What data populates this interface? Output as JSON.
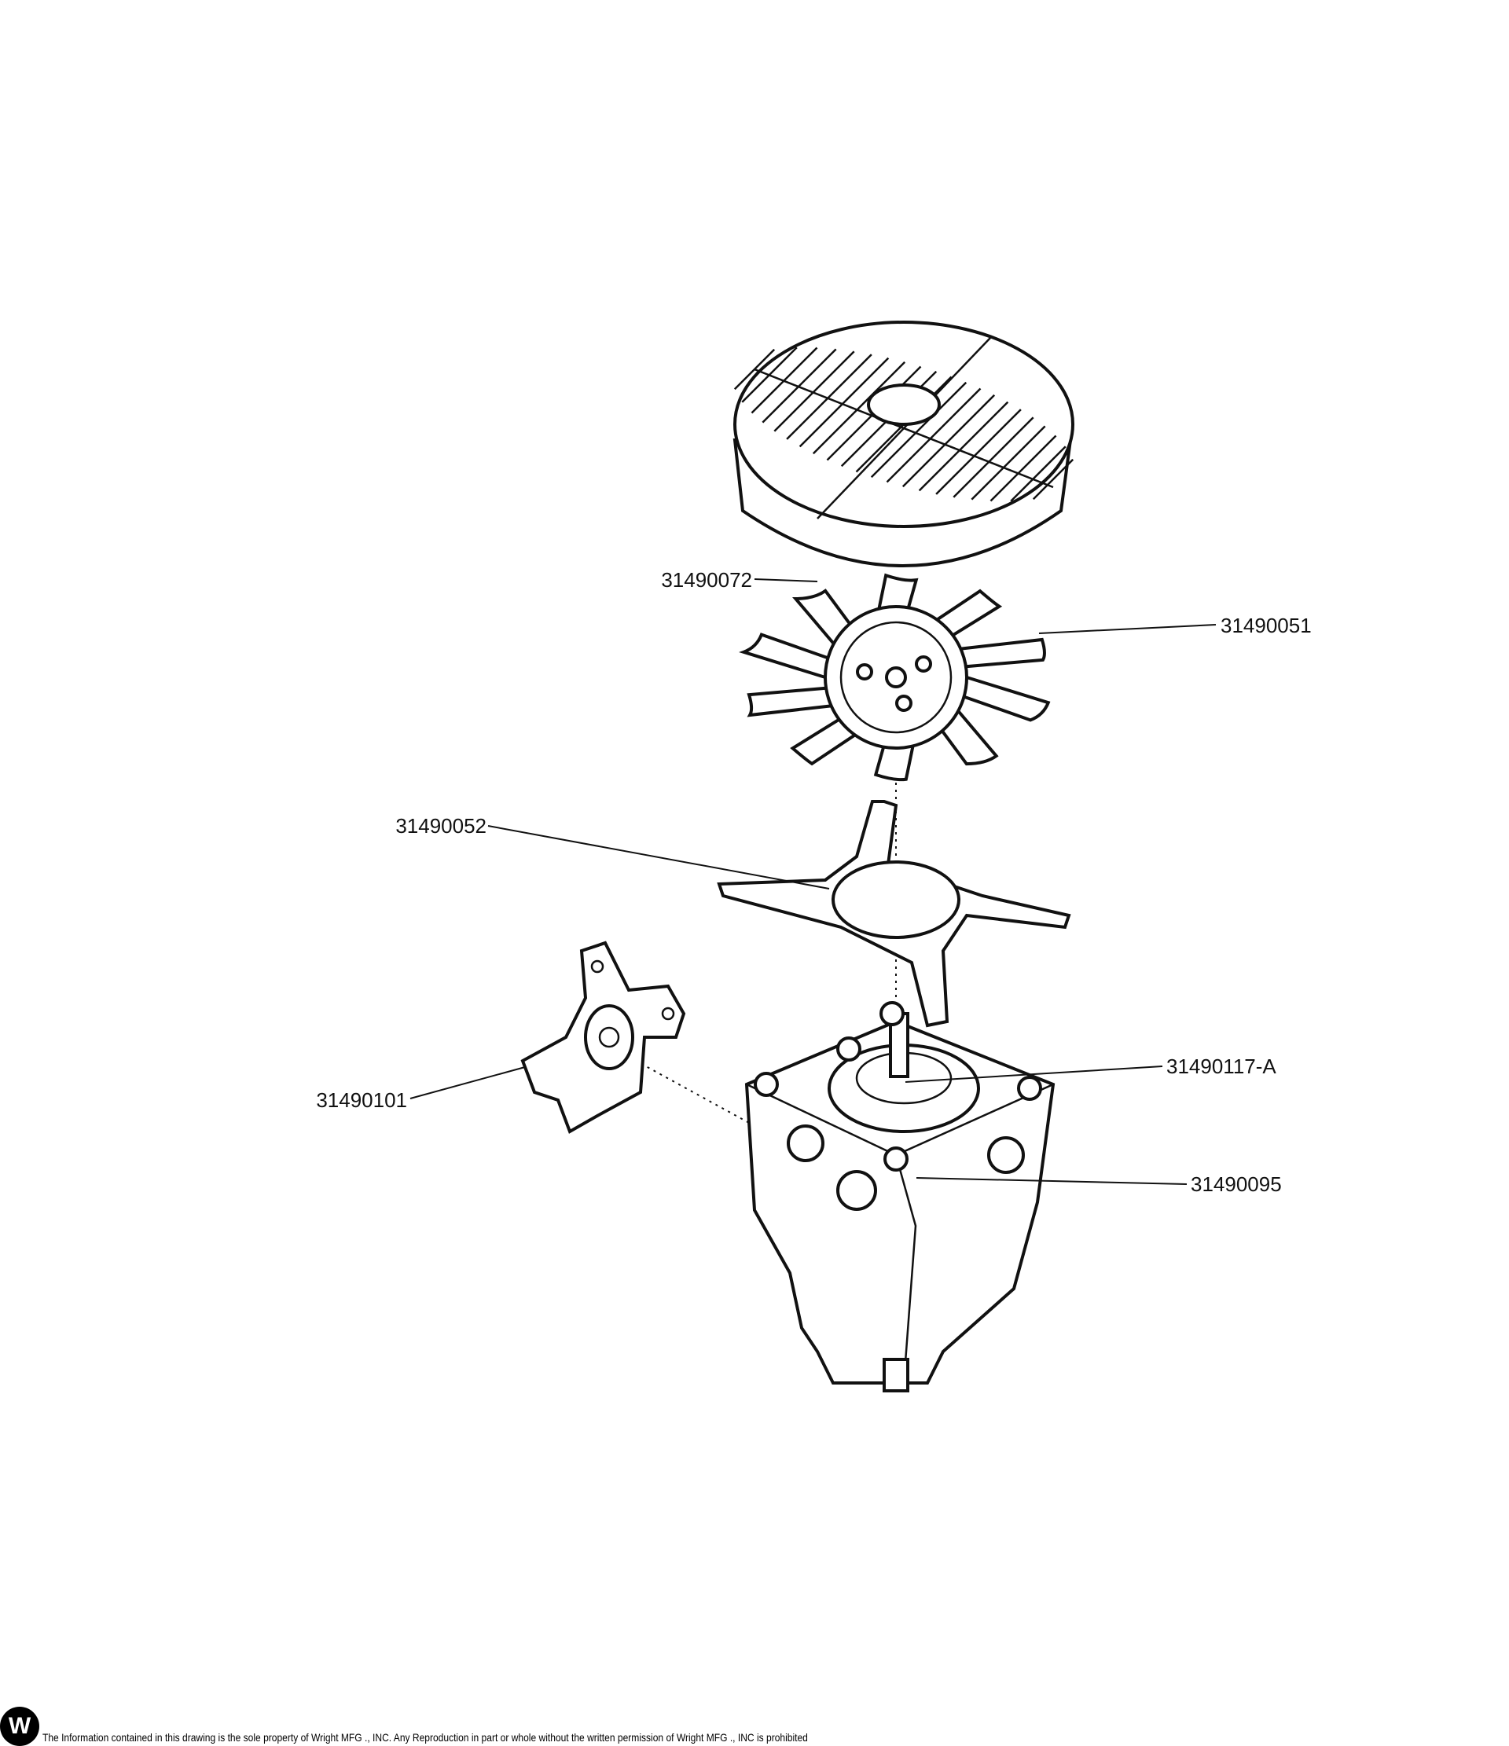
{
  "callouts": {
    "shroud": "31490072",
    "fan": "31490051",
    "gasket": "31490052",
    "bracket": "31490101",
    "pump_cover": "31490117-A",
    "pump": "31490095"
  },
  "footer": {
    "logo_text": "W",
    "notice": "The Information contained in this drawing is the sole property of Wright MFG ., INC. Any Reproduction in part or whole without the written permission of Wright MFG ., INC is prohibited"
  }
}
